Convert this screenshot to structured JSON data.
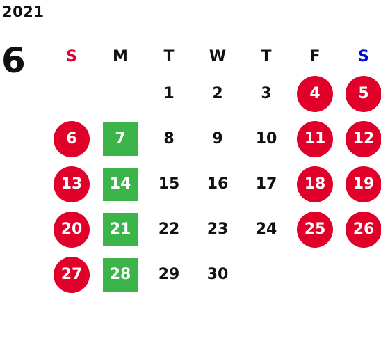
{
  "year": "2021",
  "month": "6",
  "colors": {
    "holiday_red": "#e0002a",
    "weekday_green": "#3bb54a",
    "sunday_label": "#e0002a",
    "saturday_label": "#0010cc",
    "text": "#111111"
  },
  "weekdays": [
    {
      "label": "S",
      "color": "#e0002a"
    },
    {
      "label": "M",
      "color": "#111111"
    },
    {
      "label": "T",
      "color": "#111111"
    },
    {
      "label": "W",
      "color": "#111111"
    },
    {
      "label": "T",
      "color": "#111111"
    },
    {
      "label": "F",
      "color": "#111111"
    },
    {
      "label": "S",
      "color": "#0010cc"
    }
  ],
  "weeks": [
    [
      null,
      null,
      {
        "d": "1"
      },
      {
        "d": "2"
      },
      {
        "d": "3"
      },
      {
        "d": "4",
        "mark": "circle"
      },
      {
        "d": "5",
        "mark": "circle"
      }
    ],
    [
      {
        "d": "6",
        "mark": "circle"
      },
      {
        "d": "7",
        "mark": "square"
      },
      {
        "d": "8"
      },
      {
        "d": "9"
      },
      {
        "d": "10"
      },
      {
        "d": "11",
        "mark": "circle"
      },
      {
        "d": "12",
        "mark": "circle"
      }
    ],
    [
      {
        "d": "13",
        "mark": "circle"
      },
      {
        "d": "14",
        "mark": "square"
      },
      {
        "d": "15"
      },
      {
        "d": "16"
      },
      {
        "d": "17"
      },
      {
        "d": "18",
        "mark": "circle"
      },
      {
        "d": "19",
        "mark": "circle"
      }
    ],
    [
      {
        "d": "20",
        "mark": "circle"
      },
      {
        "d": "21",
        "mark": "square"
      },
      {
        "d": "22"
      },
      {
        "d": "23"
      },
      {
        "d": "24"
      },
      {
        "d": "25",
        "mark": "circle"
      },
      {
        "d": "26",
        "mark": "circle"
      }
    ],
    [
      {
        "d": "27",
        "mark": "circle"
      },
      {
        "d": "28",
        "mark": "square"
      },
      {
        "d": "29"
      },
      {
        "d": "30"
      },
      null,
      null,
      null
    ]
  ]
}
